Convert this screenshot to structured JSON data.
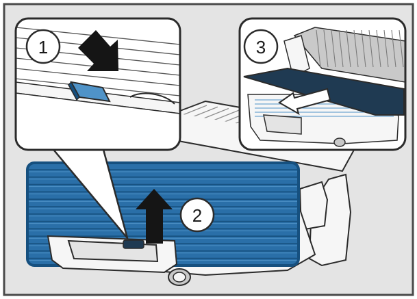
{
  "colors": {
    "background": "#e4e4e4",
    "frame": "#4a4a4a",
    "plate_blue": "#2a6fa8",
    "plate_blue_light": "#4f93c8",
    "plate_blue_dark": "#16507f",
    "plate_dark": "#1f3a52",
    "grill_grey": "#c9c9c9",
    "body_white": "#f6f6f6",
    "outline": "#2b2b2b",
    "arrow": "#151515"
  },
  "steps": [
    {
      "number": "1"
    },
    {
      "number": "2"
    },
    {
      "number": "3"
    }
  ],
  "icons": {
    "down_arrow": "down-arrow-icon",
    "up_arrow": "up-arrow-icon",
    "left_arrow": "left-arrow-icon"
  }
}
